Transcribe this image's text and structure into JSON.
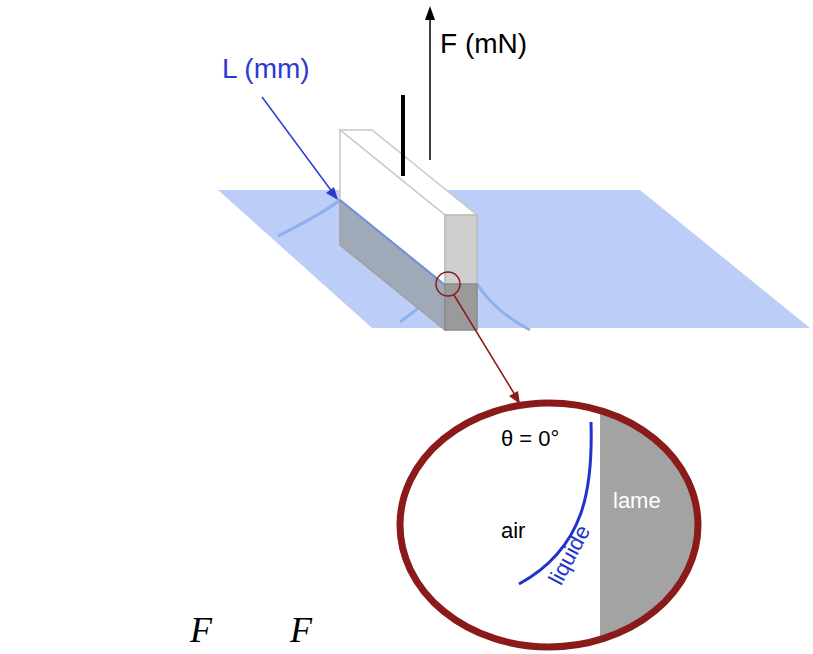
{
  "diagram": {
    "nodes": [
      {
        "text": [
          "θ = 0°",
          "lame",
          "air",
          "liquide"
        ]
      }
    ],
    "labels": [
      "L (mm)",
      "F (mN)",
      "F",
      "F"
    ]
  }
}
